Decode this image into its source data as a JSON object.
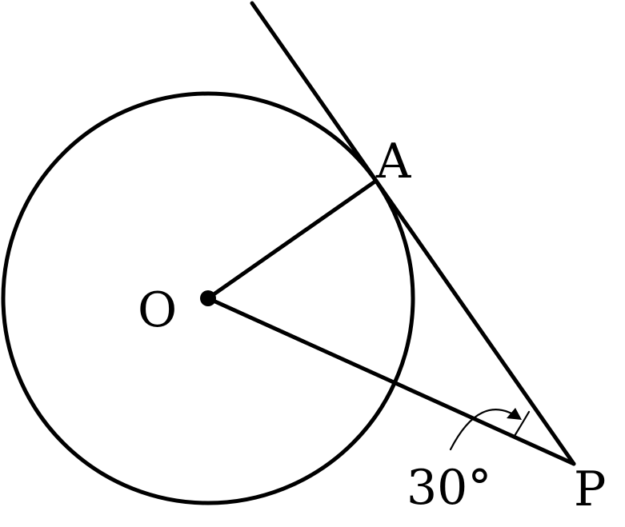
{
  "figure": {
    "points": {
      "center": "O",
      "tangent_point": "A",
      "external_point": "P"
    },
    "angle_label": "30°"
  },
  "colors": {
    "ink": "#000000",
    "background": "#ffffff"
  }
}
